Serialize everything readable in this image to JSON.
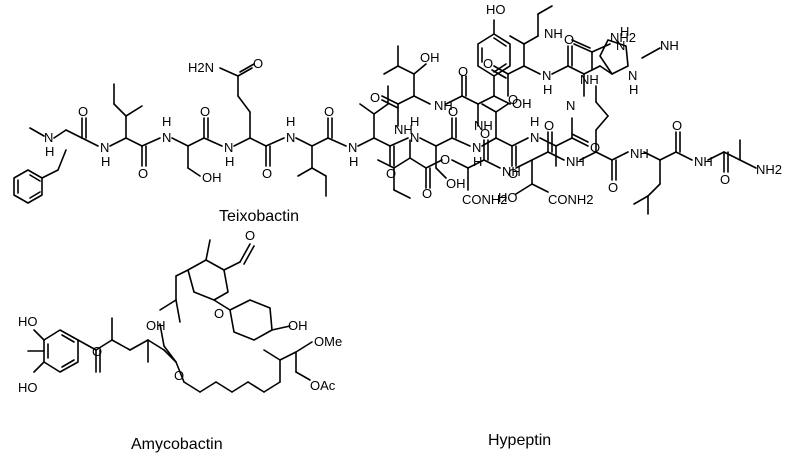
{
  "molecules": {
    "teixobactin": {
      "name": "Teixobactin",
      "labels": {
        "nh": "N",
        "h": "H",
        "h2n": "H2N",
        "o": "O",
        "oh": "OH",
        "nh_amine": "NH"
      }
    },
    "amycobactin": {
      "name": "Amycobactin",
      "labels": {
        "ho": "HO",
        "o": "O",
        "oh": "OH",
        "ome": "OMe",
        "oac": "OAc"
      }
    },
    "hypeptin": {
      "name": "Hypeptin",
      "labels": {
        "oh": "OH",
        "ho": "HO",
        "o": "O",
        "nh": "NH",
        "nh2": "NH2",
        "conh2": "CONH2"
      }
    }
  }
}
